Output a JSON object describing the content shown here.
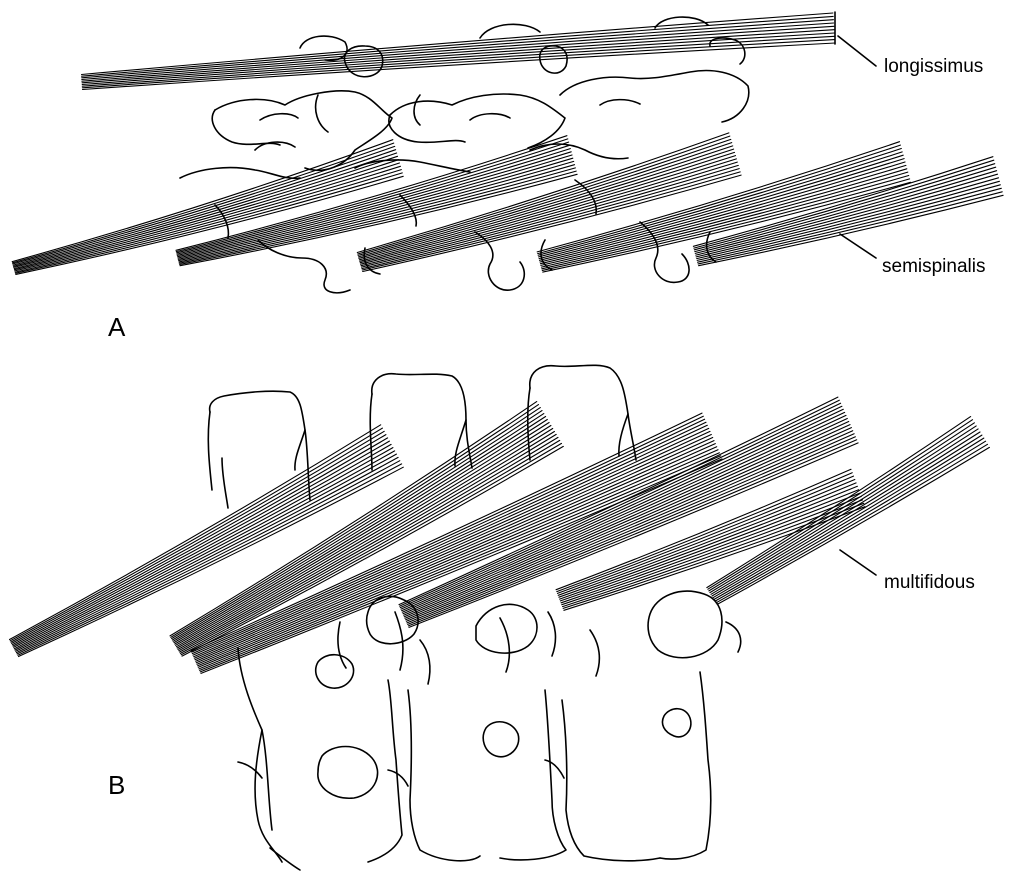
{
  "panels": {
    "a": {
      "letter": "A"
    },
    "b": {
      "letter": "B"
    }
  },
  "labels": {
    "longissimus": "longissimus",
    "semispinalis": "semispinalis",
    "multifidous": "multifidous"
  }
}
